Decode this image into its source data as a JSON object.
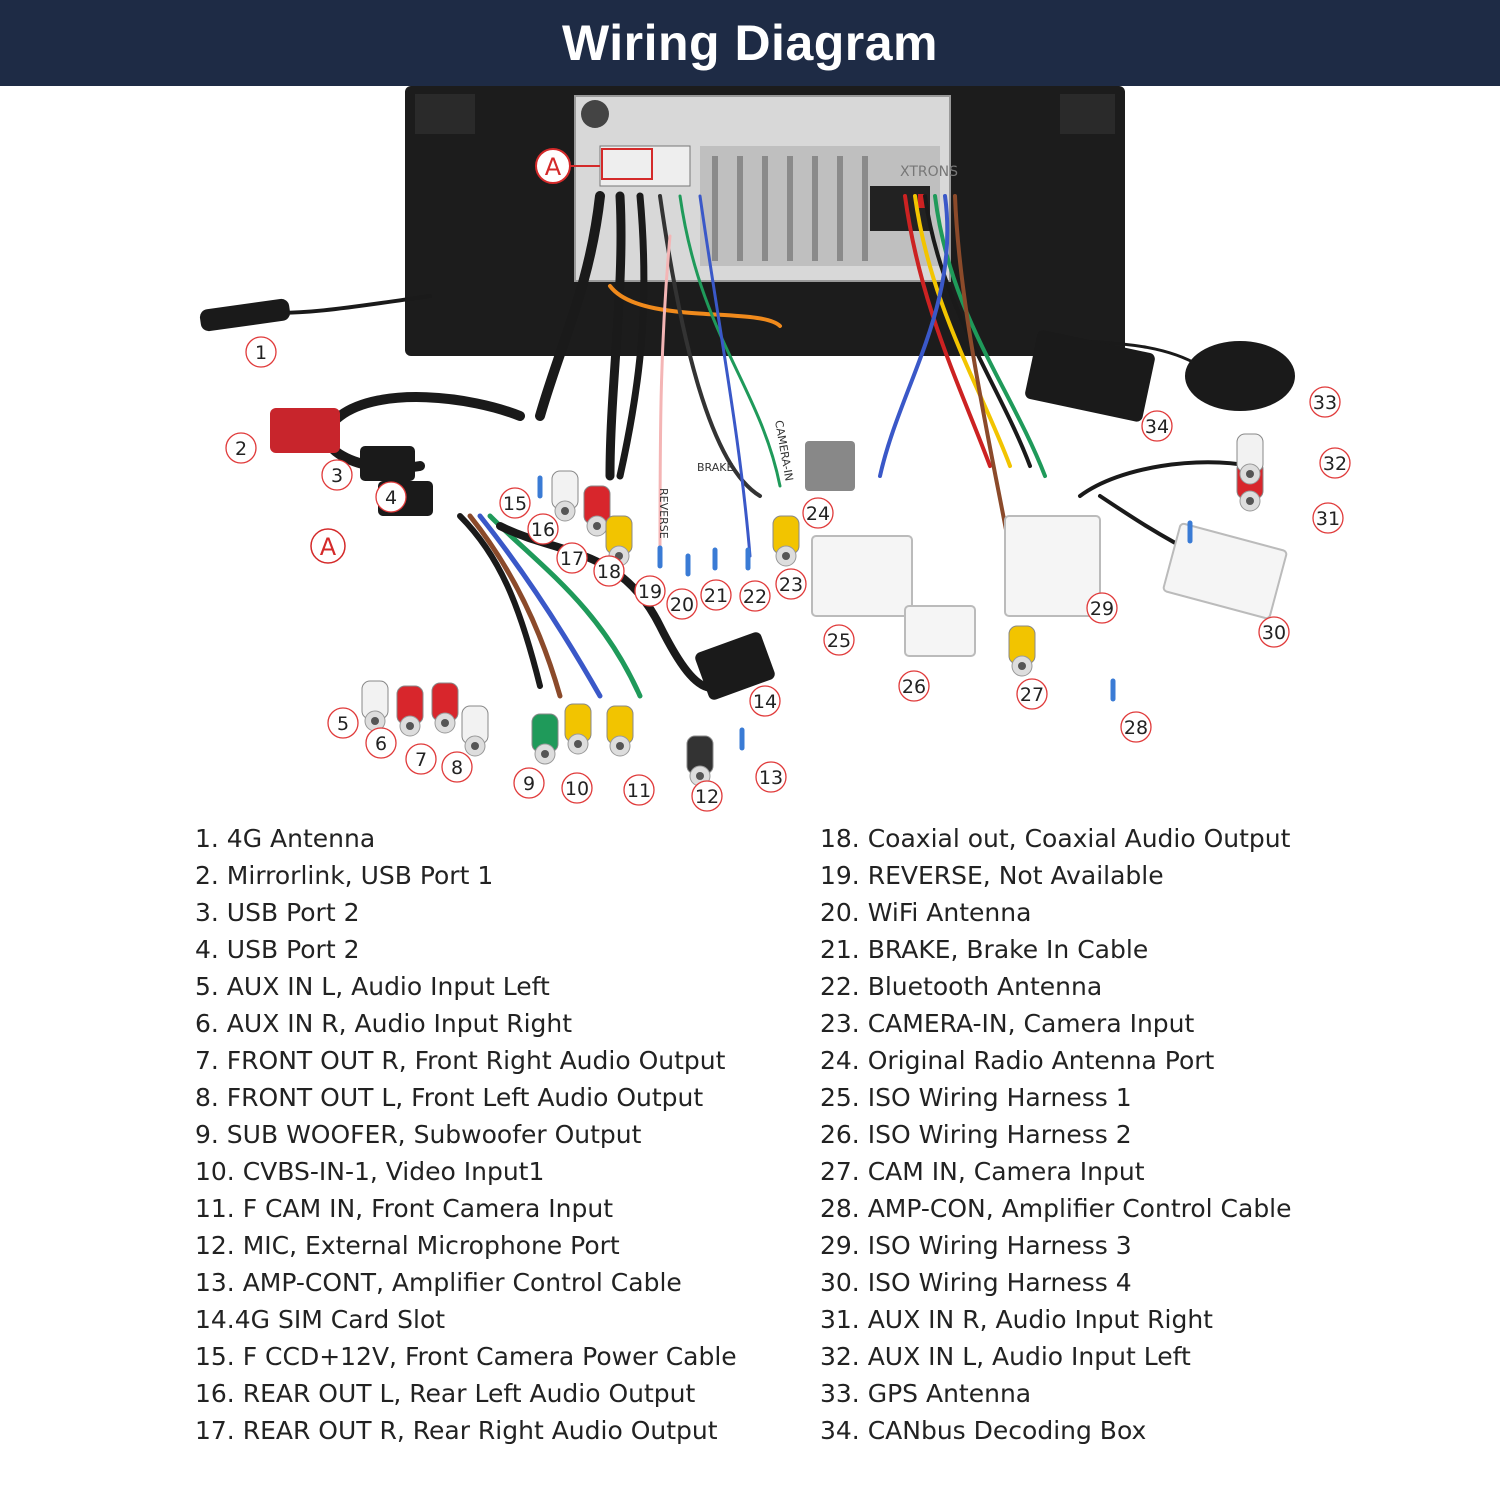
{
  "header": {
    "title": "Wiring Diagram"
  },
  "diagram": {
    "section_marker": "A",
    "unit_brand": "XTRONS",
    "cable_tags": {
      "reverse": "REVERSE",
      "brake": "BRAKE",
      "camera_in": "CAMERA-IN"
    },
    "callouts": [
      "1",
      "2",
      "3",
      "4",
      "5",
      "6",
      "7",
      "8",
      "9",
      "10",
      "11",
      "12",
      "13",
      "14",
      "15",
      "16",
      "17",
      "18",
      "19",
      "20",
      "21",
      "22",
      "23",
      "24",
      "25",
      "26",
      "27",
      "28",
      "29",
      "30",
      "31",
      "32",
      "33",
      "34"
    ],
    "colors": {
      "header_bg": "#1e2b45",
      "callout_ring": "#e03a3a",
      "rca_red": "#d8262c",
      "rca_yellow": "#f2c400",
      "rca_white": "#f2f2f2",
      "rca_green": "#1f9a5a",
      "connector_white": "#f5f5f5",
      "cable_black": "#1a1a1a",
      "cable_orange": "#f08a1c"
    }
  },
  "legend": {
    "left": [
      "1. 4G Antenna",
      "2. Mirrorlink, USB Port 1",
      "3. USB Port 2",
      "4. USB Port 2",
      "5. AUX IN L, Audio Input Left",
      "6. AUX IN R, Audio Input Right",
      "7. FRONT OUT R, Front Right Audio Output",
      "8. FRONT OUT L, Front Left Audio Output",
      "9. SUB WOOFER, Subwoofer Output",
      "10. CVBS-IN-1, Video Input1",
      "11. F CAM IN, Front Camera Input",
      "12. MIC, External Microphone Port",
      "13. AMP-CONT, Amplifier Control Cable",
      "14.4G SIM Card Slot",
      "15. F CCD+12V, Front Camera Power Cable",
      "16. REAR OUT L, Rear Left Audio Output",
      "17. REAR OUT R, Rear Right Audio Output"
    ],
    "right": [
      "18. Coaxial out, Coaxial Audio Output",
      "19. REVERSE, Not Available",
      "20. WiFi Antenna",
      "21. BRAKE, Brake In Cable",
      "22. Bluetooth Antenna",
      "23. CAMERA-IN, Camera Input",
      "24. Original Radio Antenna Port",
      "25. ISO Wiring Harness 1",
      "26. ISO Wiring Harness 2",
      "27. CAM IN, Camera Input",
      "28. AMP-CON, Amplifier Control Cable",
      "29. ISO Wiring Harness 3",
      "30. ISO Wiring Harness 4",
      "31. AUX IN R, Audio Input Right",
      "32. AUX IN L, Audio Input Left",
      "33. GPS Antenna",
      "34. CANbus Decoding Box"
    ]
  }
}
